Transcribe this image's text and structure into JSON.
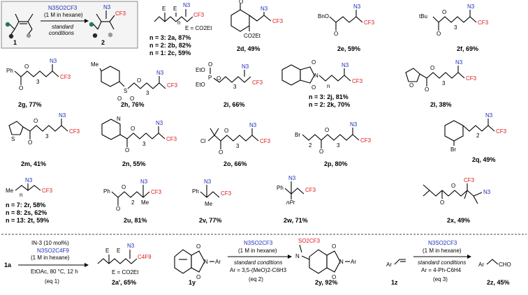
{
  "header": {
    "reagent_line1": "N3SO2CF3",
    "reagent_line2": "(1 M in hexane)",
    "conditions_line1": "standard",
    "conditions_line2": "conditions",
    "start_label": "1",
    "product_label": "2"
  },
  "groups": {
    "N3": "N3",
    "CF3": "CF3",
    "C4F9": "C4F9",
    "SO2CF3": "SO2CF3",
    "Br": "Br",
    "Cl": "Cl",
    "BnO": "BnO",
    "Ph": "Ph",
    "Me": "Me",
    "nPr": "nPr",
    "tBu": "tBu",
    "E": "E",
    "O": "O",
    "N": "N",
    "S": "S",
    "P": "P",
    "EtO": "EtO",
    "CO2Et": "CO2Et",
    "Ar": "Ar",
    "CHO": "CHO",
    "n": "n",
    "three": "3",
    "two": "2"
  },
  "compounds": {
    "c2abc": {
      "e_def": "E = CO2Et",
      "lines": [
        "n = 3: 2a, 87%",
        "n = 2: 2b, 82%",
        "n = 1: 2c, 59%"
      ]
    },
    "c2d": "2d, 49%",
    "c2e": "2e, 59%",
    "c2f": "2f, 69%",
    "c2g": "2g, 77%",
    "c2h": "2h, 76%",
    "c2i": "2i, 66%",
    "c2jk": [
      "n = 3: 2j,  81%",
      "n = 2: 2k, 70%"
    ],
    "c2l": "2l, 38%",
    "c2m": "2m, 41%",
    "c2n": "2n, 55%",
    "c2o": "2o, 66%",
    "c2p": "2p, 80%",
    "c2q": "2q, 49%",
    "c2rst": [
      "n = 7: 2r, 58%",
      "n = 8: 2s, 62%",
      "n = 13: 2t, 59%"
    ],
    "c2u": "2u, 81%",
    "c2v": "2v, 77%",
    "c2w": "2w, 71%",
    "c2x": "2x, 49%"
  },
  "equations": {
    "eq1": {
      "start": "1a",
      "catalyst": "IN-3 (10 mol%)",
      "reagent": "N3SO2C4F9",
      "reagent_conc": "(1 M in hexane)",
      "conditions": "EtOAc, 80 °C, 12 h",
      "label": "(eq 1)",
      "e_def": "E = CO2Et",
      "product": "2a', 65%"
    },
    "eq2": {
      "start": "1y",
      "reagent": "N3SO2CF3",
      "reagent_conc": "(1 M in hexane)",
      "conditions": "standard conditions",
      "ar_def": "Ar = 3,5-(MeO)2-C6H3",
      "label": "(eq 2)",
      "product": "2y, 92%"
    },
    "eq3": {
      "start": "1z",
      "reagent": "N3SO2CF3",
      "reagent_conc": "(1 M in hexane)",
      "conditions": "standard conditions",
      "ar_def": "Ar = 4-Ph-C6H4",
      "label": "(eq 3)",
      "product": "2z, 45%"
    }
  },
  "colors": {
    "azide": "#1f2fb5",
    "fluoroalkyl": "#e0161b",
    "dot_teal": "#1e7a5e",
    "dot_gray": "#9a9a9a",
    "dot_dark": "#2a2a2a",
    "box_border": "#888888",
    "box_fill": "#f4f4f4"
  }
}
